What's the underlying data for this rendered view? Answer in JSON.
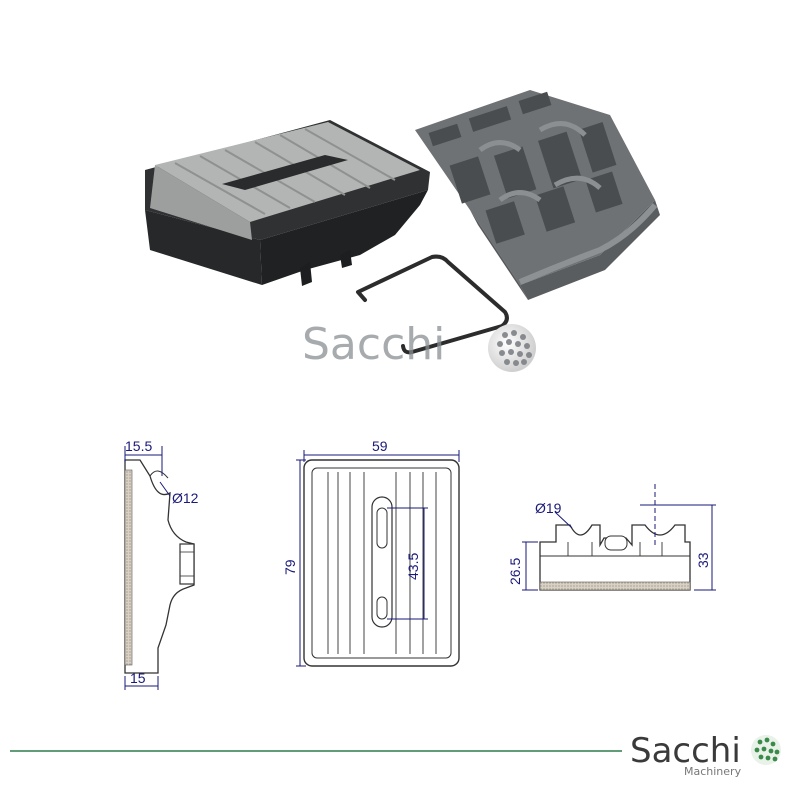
{
  "watermark": {
    "brand": "Sacchi",
    "sub": "Machinery"
  },
  "dimensions": {
    "side_top_width": "15.5",
    "side_hole_diameter": "Ø12",
    "side_bottom_width": "15",
    "front_width": "59",
    "front_height": "79",
    "front_slot_length": "43.5",
    "end_hole_diameter": "Ø19",
    "end_body_height": "26.5",
    "end_total_height": "33"
  },
  "colors": {
    "dimension": "#1a1a7a",
    "footer_line": "#2e7d4f",
    "part_grey": "#7a7d80",
    "pad_grey": "#b3b5b4",
    "base_dark": "#2f3133"
  }
}
